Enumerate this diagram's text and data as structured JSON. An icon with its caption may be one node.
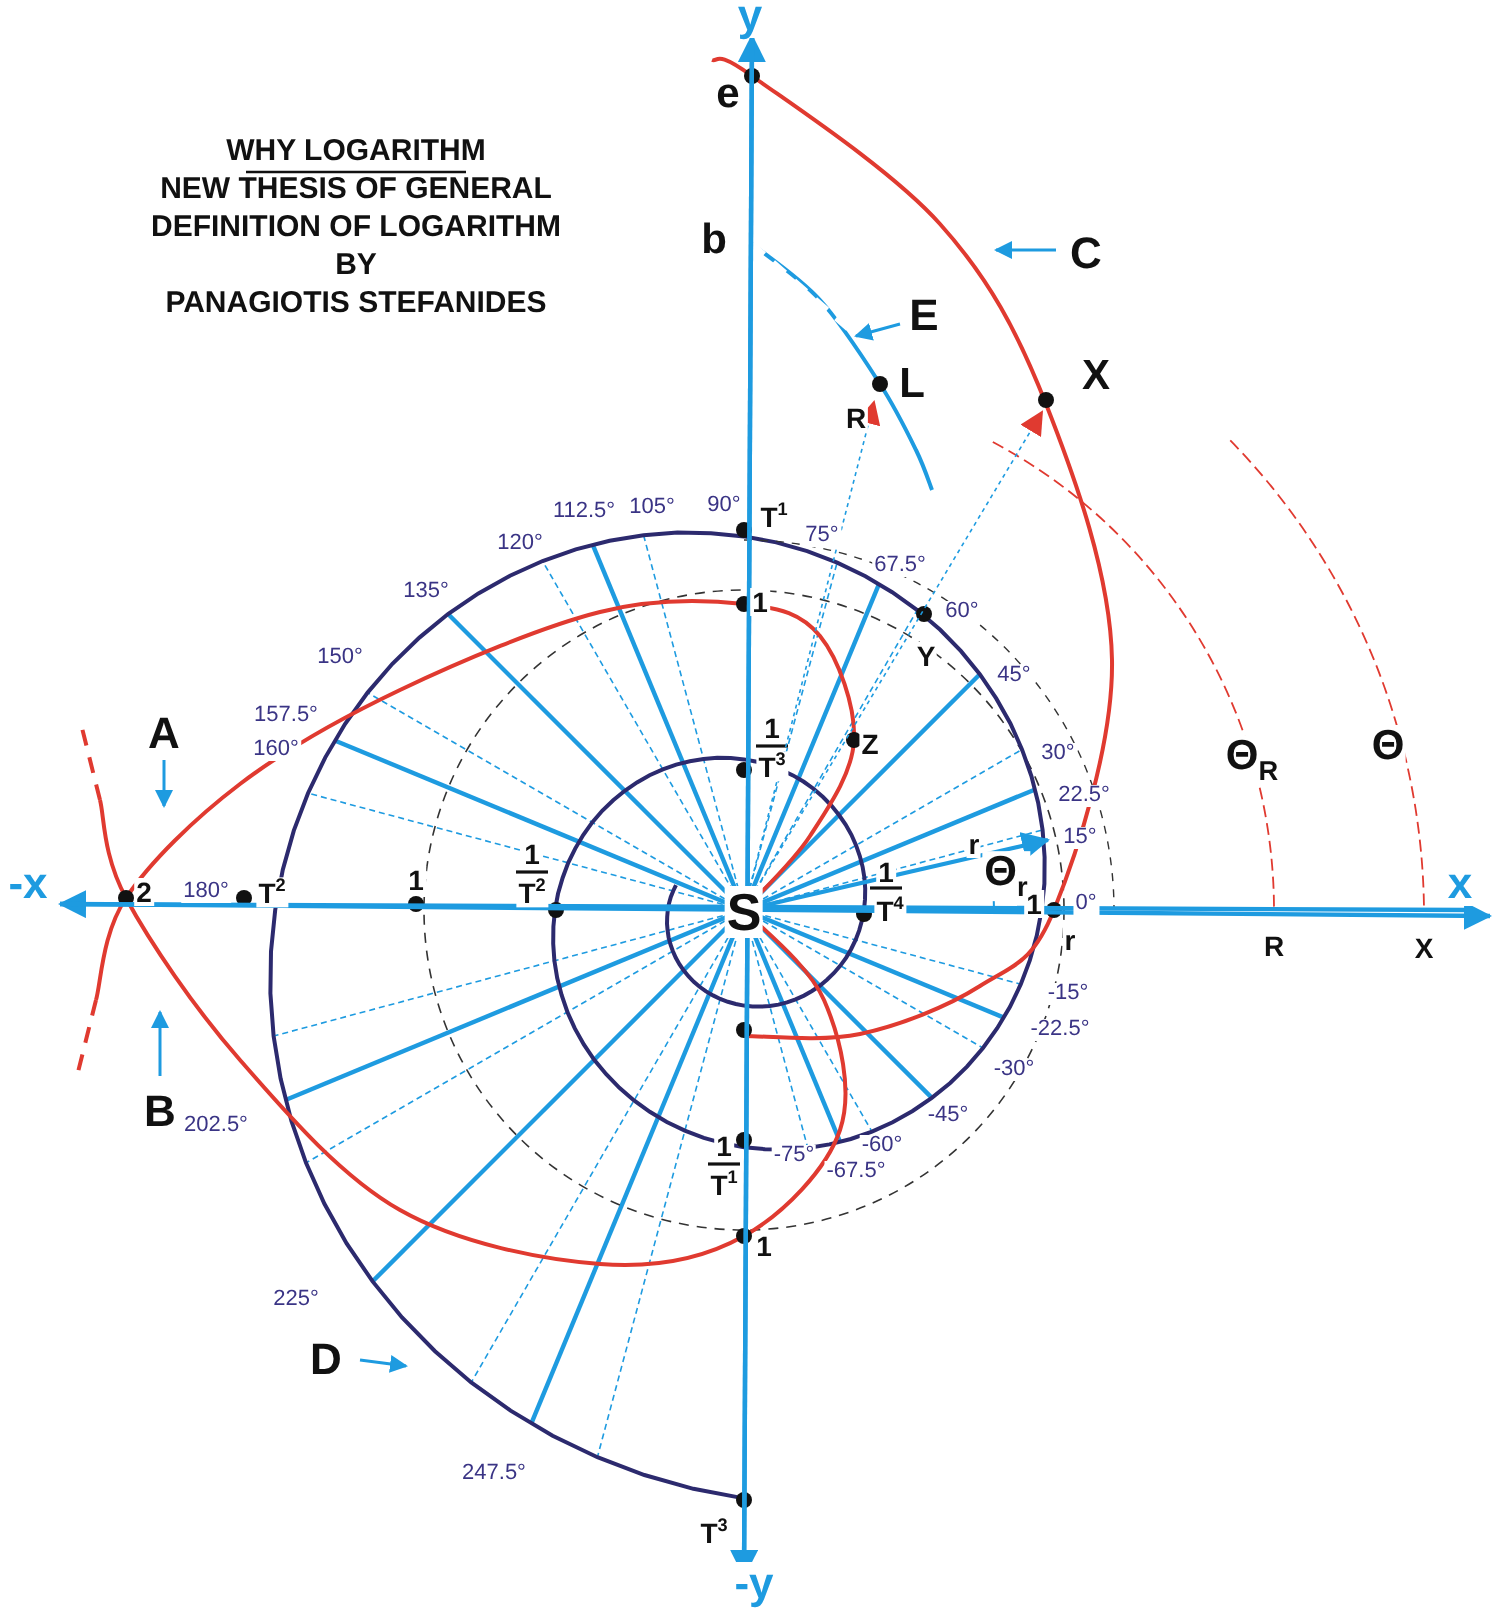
{
  "diagram": {
    "title": "WHY LOGARITHM NEW THESIS OF GENERAL DEFINITION OF LOGARITHM BY PANAGIOTIS STEFANIDES",
    "nodes": [
      {
        "text": [
          "A"
        ]
      },
      {
        "text": [
          "B"
        ]
      },
      {
        "text": [
          "C"
        ]
      },
      {
        "text": [
          "D"
        ]
      },
      {
        "text": [
          "E"
        ]
      }
    ],
    "edges": [
      {
        "from": 0,
        "to": null,
        "arrow": "to"
      },
      {
        "from": 1,
        "to": null,
        "arrow": "to"
      },
      {
        "from": 2,
        "to": null,
        "arrow": "to"
      },
      {
        "from": 3,
        "to": null,
        "arrow": "to"
      },
      {
        "from": 4,
        "to": null,
        "arrow": "to"
      }
    ],
    "labels": [
      "y",
      "e",
      "b",
      "L",
      "R",
      "X",
      "112.5°",
      "105°",
      "90°",
      "T$^{1}$",
      "120°",
      "75°",
      "67.5°",
      "135°",
      "1",
      "60°",
      "150°",
      "Y",
      "45°",
      "1",
      "T$^{3}$",
      "Z",
      "157.5°",
      "160°",
      "30°",
      "Θ$_{R}$",
      "Θ",
      "22.5°",
      "r",
      "15°",
      "Θ$_{r}$",
      "-x",
      "2",
      "180°",
      "T$^{2}$",
      "1",
      "1",
      "T$^{2}$",
      "S",
      "1",
      "T$^{4}$",
      "1",
      "0°",
      "x",
      "r",
      "R",
      "X",
      "-15°",
      "-22.5°",
      "-30°",
      "-45°",
      "202.5°",
      "-60°",
      "-75°",
      "-67.5°",
      "1",
      "T$^{1}$",
      "1",
      "225°",
      "247.5°",
      "T$^{3}$",
      "-y"
    ]
  }
}
